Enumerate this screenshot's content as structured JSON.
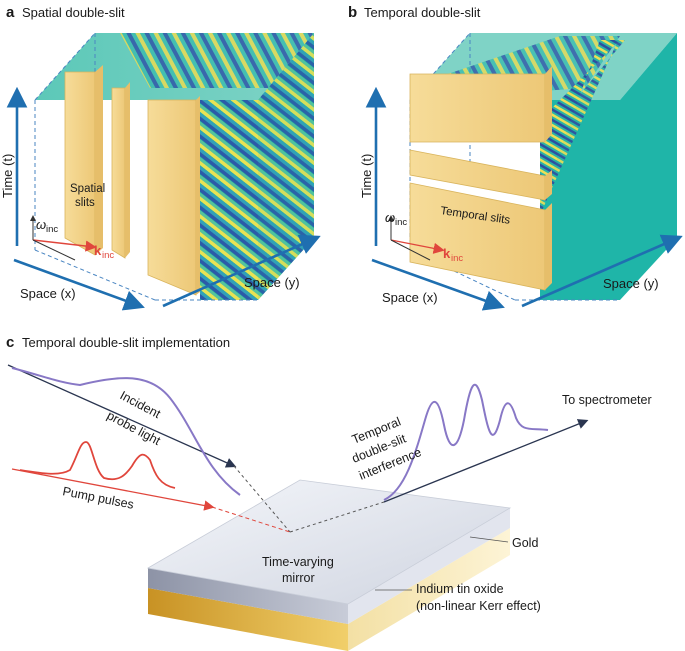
{
  "panel_a": {
    "letter": "a",
    "title": "Spatial double-slit",
    "time_axis": "Time (t)",
    "space_x": "Space (x)",
    "space_y": "Space (y)",
    "slits_label_1": "Spatial",
    "slits_label_2": "slits",
    "omega_symbol": "ω",
    "omega_sub": "inc",
    "k_symbol": "k",
    "k_sub": "inc"
  },
  "panel_b": {
    "letter": "b",
    "title": "Temporal double-slit",
    "time_axis": "Time (t)",
    "space_x": "Space (x)",
    "space_y": "Space (y)",
    "slits_label": "Temporal slits",
    "omega_symbol": "ω",
    "omega_sub": "inc",
    "k_symbol": "k",
    "k_sub": "inc"
  },
  "panel_c": {
    "letter": "c",
    "title": "Temporal double-slit implementation",
    "incident_1": "Incident",
    "incident_2": "probe light",
    "pump": "Pump pulses",
    "interf_1": "Temporal",
    "interf_2": "double-slit",
    "interf_3": "interference",
    "spectrometer": "To spectrometer",
    "mirror_1": "Time-varying",
    "mirror_2": "mirror",
    "gold": "Gold",
    "ito_1": "Indium tin oxide",
    "ito_2": "(non-linear Kerr effect)"
  },
  "colors": {
    "slit": "#f2d48a",
    "wave_teal": "#1fb5a8",
    "axis_blue": "#1f6fb0",
    "pump_red": "#e0463c",
    "probe_purple": "#8878c6",
    "gold_layer": "#d9a93a",
    "ito_layer": "#a9aebd"
  }
}
